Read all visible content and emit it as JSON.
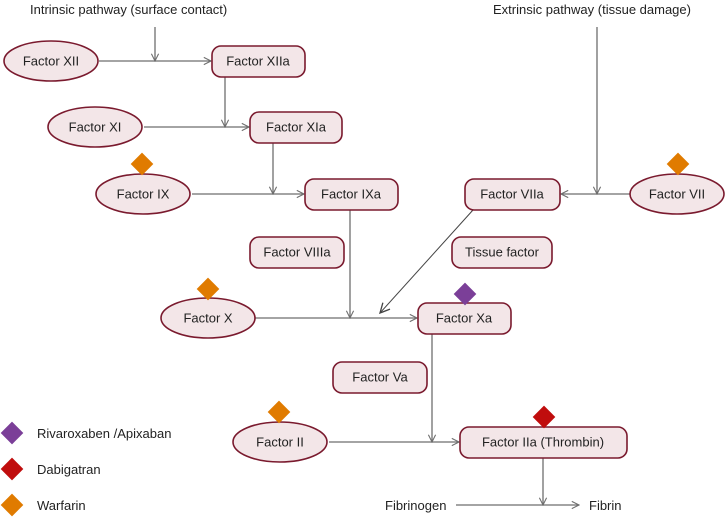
{
  "title_labels": {
    "intrinsic": "Intrinsic pathway (surface contact)",
    "extrinsic": "Extrinsic pathway (tissue damage)",
    "fibrinogen": "Fibrinogen",
    "fibrin": "Fibrin"
  },
  "nodes": {
    "factor_xii": "Factor XII",
    "factor_xiia": "Factor XIIa",
    "factor_xi": "Factor XI",
    "factor_xia": "Factor XIa",
    "factor_ix": "Factor IX",
    "factor_ixa": "Factor IXa",
    "factor_viiia": "Factor VIIIa",
    "factor_viia": "Factor VIIa",
    "factor_vii": "Factor VII",
    "tissue_factor": "Tissue factor",
    "factor_x": "Factor X",
    "factor_xa": "Factor Xa",
    "factor_va": "Factor Va",
    "factor_ii": "Factor II",
    "factor_iia": "Factor IIa (Thrombin)"
  },
  "legend": [
    {
      "label": "Rivaroxaben /Apixaban",
      "color": "#7b3f98"
    },
    {
      "label": "Dabigatran",
      "color": "#c00d0d"
    },
    {
      "label": "Warfarin",
      "color": "#e07b00"
    }
  ],
  "drug_markers": {
    "factor_ix": "Warfarin",
    "factor_vii": "Warfarin",
    "factor_x": "Warfarin",
    "factor_ii": "Warfarin",
    "factor_xa": "Rivaroxaben /Apixaban",
    "factor_iia": "Dabigatran"
  }
}
